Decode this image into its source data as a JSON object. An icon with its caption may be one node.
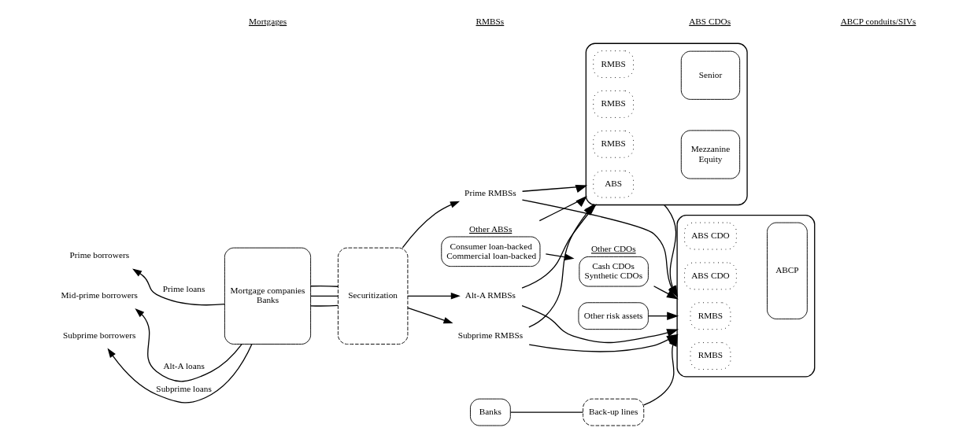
{
  "diagram": {
    "nodes": [
      {
        "text": [
          "Prime borrowers"
        ]
      },
      {
        "text": [
          "Mid-prime borrowers"
        ]
      },
      {
        "text": [
          "Subprime borrowers"
        ]
      },
      {
        "text": [
          "Mortgage companies",
          "Banks"
        ]
      },
      {
        "text": [
          "Securitization"
        ]
      },
      {
        "text": [
          "Prime RMBSs"
        ]
      },
      {
        "text": [
          "Alt-A RMBSs"
        ]
      },
      {
        "text": [
          "Subprime RMBSs"
        ]
      },
      {
        "text": [],
        "shape": "box"
      },
      {
        "text": [
          "RMBS"
        ],
        "in": 8
      },
      {
        "text": [
          "RMBS"
        ],
        "in": 8
      },
      {
        "text": [
          "RMBS"
        ],
        "in": 8
      },
      {
        "text": [
          "ABS"
        ],
        "in": 8
      },
      {
        "text": [
          "Senior"
        ],
        "in": 8
      },
      {
        "text": [
          "Mezzanine",
          "Equity"
        ],
        "in": 8
      },
      {
        "text": [
          "Other risk assets"
        ]
      },
      {
        "text": [],
        "shape": "box"
      },
      {
        "text": [
          "ABS CDO"
        ],
        "in": 16
      },
      {
        "text": [
          "ABS CDO"
        ],
        "in": 16
      },
      {
        "text": [
          "RMBS"
        ],
        "in": 16
      },
      {
        "text": [
          "RMBS"
        ],
        "in": 16
      },
      {
        "text": [
          "ABCP"
        ],
        "in": 16
      },
      {
        "text": [
          "Back-up lines"
        ]
      },
      {
        "text": [
          "Banks"
        ]
      },
      {
        "text": [
          "Other ABSs",
          "Consumer loan-backed",
          "Commercial loan-backed"
        ]
      },
      {
        "text": [
          "Other CDOs",
          "Cash CDOs",
          "Synthetic CDOs"
        ]
      }
    ],
    "edges": [
      {
        "from": 3,
        "to": 0,
        "arrow": "to",
        "label": "Prime loans"
      },
      {
        "from": 3,
        "to": 1,
        "arrow": "to",
        "label": "Alt-A loans"
      },
      {
        "from": 3,
        "to": 2,
        "arrow": "to",
        "label": "Subprime loans"
      },
      {
        "from": 3,
        "to": 4,
        "arrow": "none"
      },
      {
        "from": 3,
        "to": 4,
        "arrow": "none"
      },
      {
        "from": 3,
        "to": 4,
        "arrow": "none"
      },
      {
        "from": 4,
        "to": 5,
        "arrow": "to"
      },
      {
        "from": 4,
        "to": 6,
        "arrow": "to"
      },
      {
        "from": 4,
        "to": 7,
        "arrow": "to"
      },
      {
        "from": 5,
        "to": 8,
        "arrow": "to"
      },
      {
        "from": 6,
        "to": 8,
        "arrow": "to"
      },
      {
        "from": 7,
        "to": 8,
        "arrow": "to"
      },
      {
        "from": 5,
        "to": 16,
        "arrow": "to"
      },
      {
        "from": 6,
        "to": 16,
        "arrow": "to"
      },
      {
        "from": 7,
        "to": 16,
        "arrow": "to"
      },
      {
        "from": 8,
        "to": 16,
        "arrow": "to"
      },
      {
        "from": 15,
        "to": 16,
        "arrow": "to"
      },
      {
        "from": 24,
        "to": 8,
        "arrow": "to"
      },
      {
        "from": 24,
        "to": 25,
        "arrow": "to"
      },
      {
        "from": 25,
        "to": 16,
        "arrow": "to"
      },
      {
        "from": 22,
        "to": 16,
        "arrow": "to"
      },
      {
        "from": 23,
        "to": 22,
        "arrow": "none"
      }
    ],
    "labels": [
      "Mortgages",
      "RMBSs",
      "ABS CDOs",
      "ABCP conduits/SIVs"
    ]
  }
}
